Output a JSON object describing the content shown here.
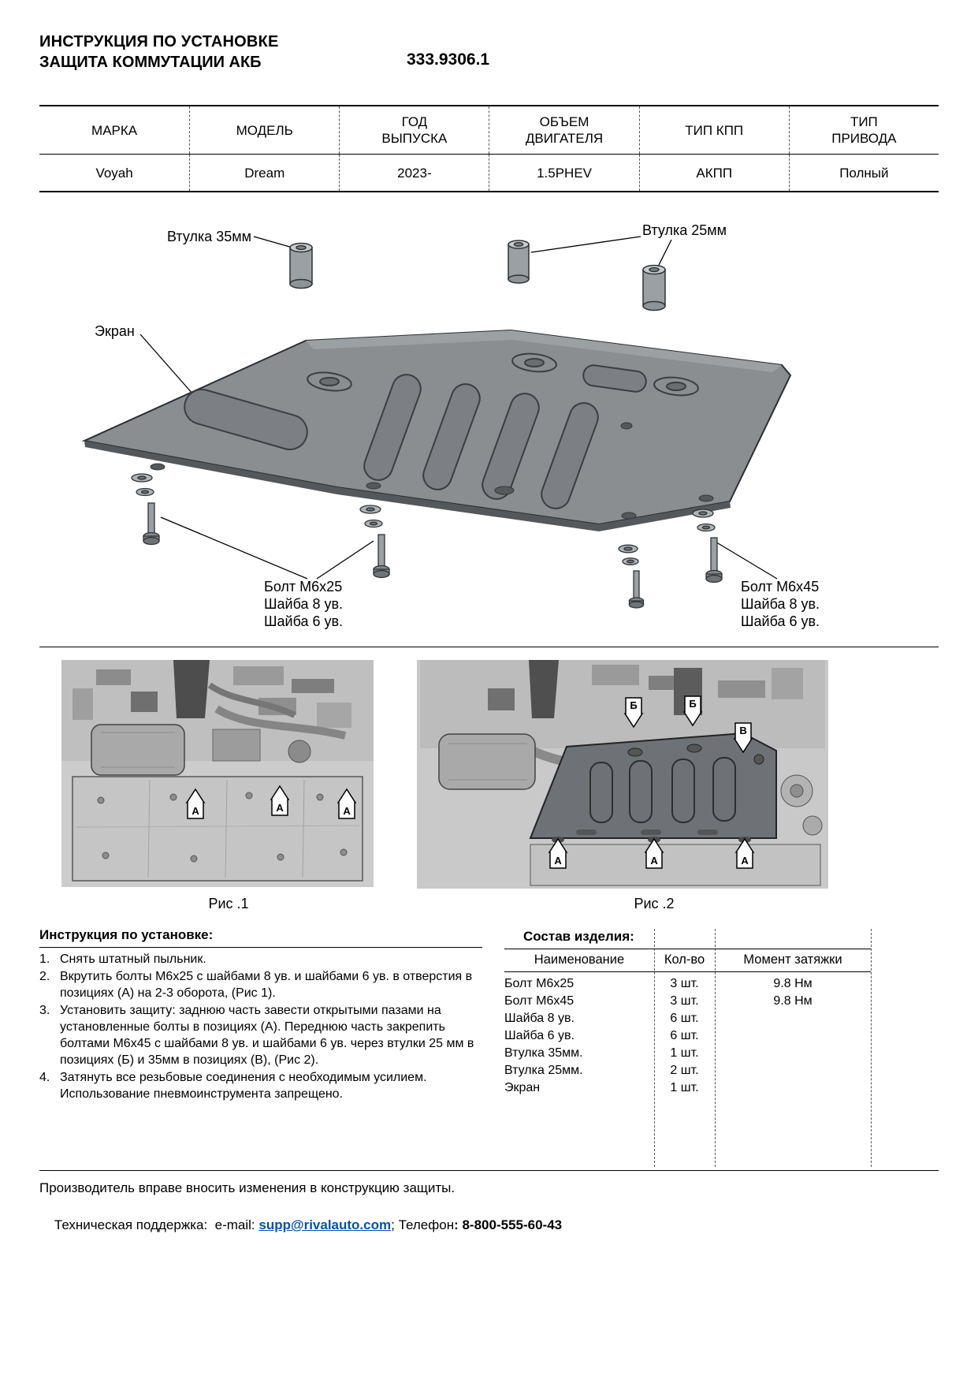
{
  "header": {
    "title_line1": "ИНСТРУКЦИЯ ПО УСТАНОВКЕ",
    "title_line2": "ЗАЩИТА КОММУТАЦИИ АКБ",
    "part_number": "333.9306.1"
  },
  "spec_table": {
    "columns": [
      {
        "header": "МАРКА",
        "value": "Voyah"
      },
      {
        "header": "МОДЕЛЬ",
        "value": "Dream"
      },
      {
        "header": "ГОД\nВЫПУСКА",
        "value": "2023-"
      },
      {
        "header": "ОБЪЕМ\nДВИГАТЕЛЯ",
        "value": "1.5PHEV"
      },
      {
        "header": "ТИП КПП",
        "value": "АКПП"
      },
      {
        "header": "ТИП\nПРИВОДА",
        "value": "Полный"
      }
    ]
  },
  "diagram": {
    "label_bushing35": "Втулка 35мм",
    "label_bushing25": "Втулка 25мм",
    "label_screen": "Экран",
    "label_bolt_left_1": "Болт М6х25",
    "label_bolt_left_2": "Шайба 8 ув.",
    "label_bolt_left_3": "Шайба 6 ув.",
    "label_bolt_right_1": "Болт М6х45",
    "label_bolt_right_2": "Шайба 8 ув.",
    "label_bolt_right_3": "Шайба 6 ув."
  },
  "figures": {
    "fig1": {
      "caption": "Рис .1",
      "arrows": [
        "А",
        "А",
        "А"
      ]
    },
    "fig2": {
      "caption": "Рис .2",
      "arrows_top": [
        "Б",
        "Б"
      ],
      "arrow_side": "В",
      "arrows_bottom": [
        "А",
        "А",
        "А"
      ]
    }
  },
  "instructions": {
    "title": "Инструкция по установке:",
    "items": [
      {
        "num": "1.",
        "text": "Снять штатный пыльник."
      },
      {
        "num": "2.",
        "text": "Вкрутить болты М6х25 с шайбами 8 ув. и шайбами 6 ув. в отверстия в позициях (А) на 2-3 оборота, (Рис 1)."
      },
      {
        "num": "3.",
        "text": "Установить защиту: заднюю часть завести открытыми пазами на установленные болты в позициях (А). Переднюю часть закрепить болтами М6х45 с шайбами 8 ув. и шайбами 6 ув. через втулки 25 мм в позициях (Б) и 35мм в позициях (В), (Рис 2)."
      },
      {
        "num": "4.",
        "text": "Затянуть все резьбовые соединения с необходимым усилием. Использование пневмоинструмента запрещено."
      }
    ]
  },
  "parts": {
    "title": "Состав изделия:",
    "headers": [
      "Наименование",
      "Кол-во",
      "Момент затяжки"
    ],
    "rows": [
      {
        "name": "Болт М6х25",
        "qty": "3 шт.",
        "torque": "9.8 Нм"
      },
      {
        "name": "Болт М6х45",
        "qty": "3 шт.",
        "torque": "9.8 Нм"
      },
      {
        "name": "Шайба 8 ув.",
        "qty": "6 шт.",
        "torque": ""
      },
      {
        "name": "Шайба 6 ув.",
        "qty": "6 шт.",
        "torque": ""
      },
      {
        "name": "Втулка 35мм.",
        "qty": "1 шт.",
        "torque": ""
      },
      {
        "name": "Втулка 25мм.",
        "qty": "2 шт.",
        "torque": ""
      },
      {
        "name": "Экран",
        "qty": "1 шт.",
        "torque": ""
      }
    ]
  },
  "footer": {
    "line1": "Производитель вправе вносить изменения в конструкцию защиты.",
    "support_prefix": "Техническая поддержка:  e-mail: ",
    "email": "supp@rivalauto.com",
    "after_email": ";",
    "phone_label": " Телефон",
    "phone": ": 8-800-555-60-43"
  }
}
